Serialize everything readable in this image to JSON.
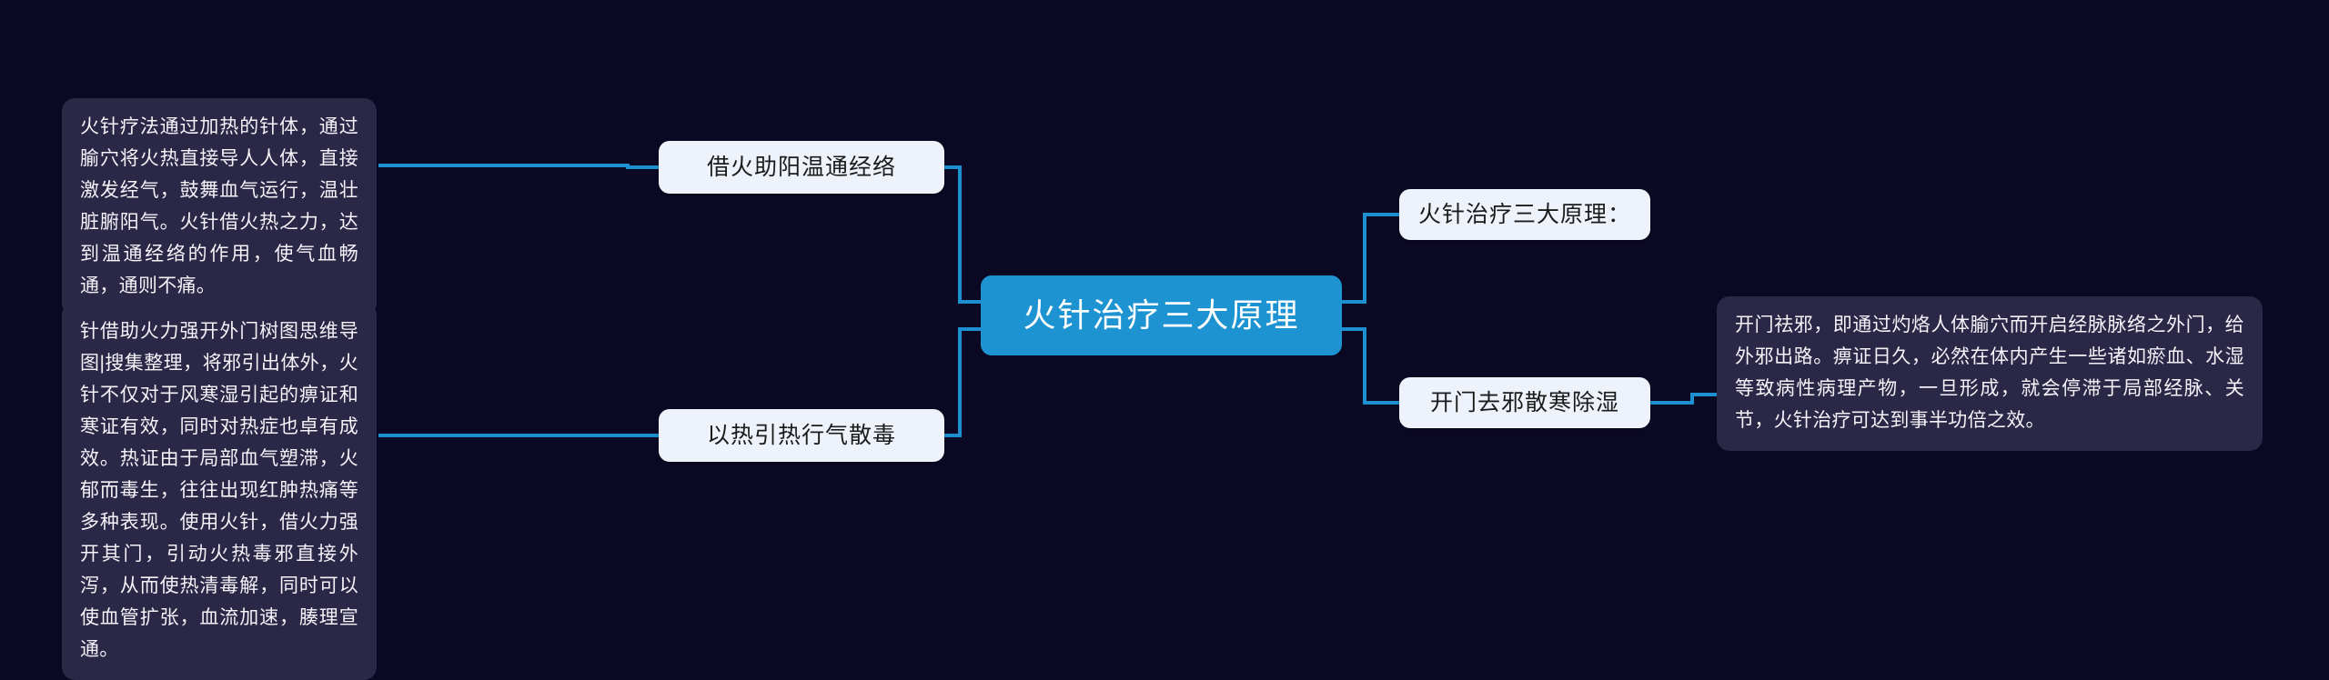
{
  "theme": {
    "background": "#0b0823",
    "edge_color": "#1e8fd0",
    "root_fill": "#1e93d1",
    "root_text": "#ffffff",
    "label_fill": "#eef3fb",
    "label_text": "#1b1b1b",
    "note_fill": "#2a2747",
    "note_text": "#f3f3f8"
  },
  "root": {
    "label": "火针治疗三大原理"
  },
  "labels": {
    "jiehuo": "借火助阳温通经络",
    "yire": "以热引热行气散毒",
    "sandayuanli": "火针治疗三大原理：",
    "kaimen": "开门去邪散寒除湿"
  },
  "notes": {
    "top_left": "火针疗法通过加热的针体，通过腧穴将火热直接导人人体，直接激发经气，鼓舞血气运行，温壮脏腑阳气。火针借火热之力，达到温通经络的作用，使气血畅通，通则不痛。",
    "bottom_left": "针借助火力强开外门树图思维导图|搜集整理，将邪引出体外，火针不仅对于风寒湿引起的痹证和寒证有效，同时对热症也卓有成效。热证由于局部血气塑滞，火郁而毒生，往往出现红肿热痛等多种表现。使用火针，借火力强开其门，引动火热毒邪直接外泻，从而使热清毒解，同时可以使血管扩张，血流加速，腠理宣通。",
    "right": "开门祛邪，即通过灼烙人体腧穴而开启经脉脉络之外门，给外邪出路。痹证日久，必然在体内产生一些诸如瘀血、水湿等致病性病理产物，一旦形成，就会停滞于局部经脉、关节，火针治疗可达到事半功倍之效。"
  }
}
